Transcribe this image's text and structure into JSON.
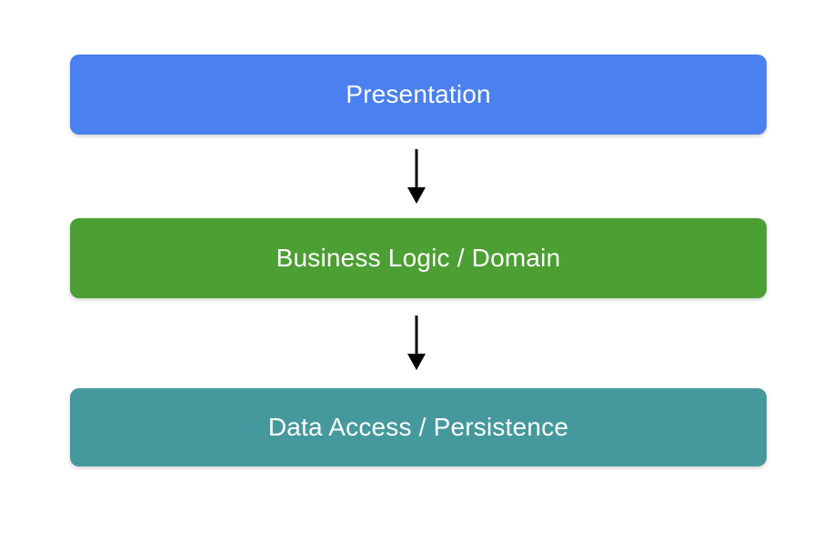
{
  "diagram": {
    "type": "layered-architecture",
    "background_color": "#FFFFFF",
    "text_color": "#FFFFFF",
    "arrow_color": "#000000",
    "layers": [
      {
        "id": "presentation",
        "label": "Presentation",
        "color": "#4A80F0"
      },
      {
        "id": "business-logic",
        "label": "Business Logic / Domain",
        "color": "#4C9F32"
      },
      {
        "id": "data-access",
        "label": "Data Access / Persistence",
        "color": "#45999D"
      }
    ],
    "connections": [
      {
        "from": "presentation",
        "to": "business-logic",
        "style": "arrow-down"
      },
      {
        "from": "business-logic",
        "to": "data-access",
        "style": "arrow-down"
      }
    ]
  }
}
